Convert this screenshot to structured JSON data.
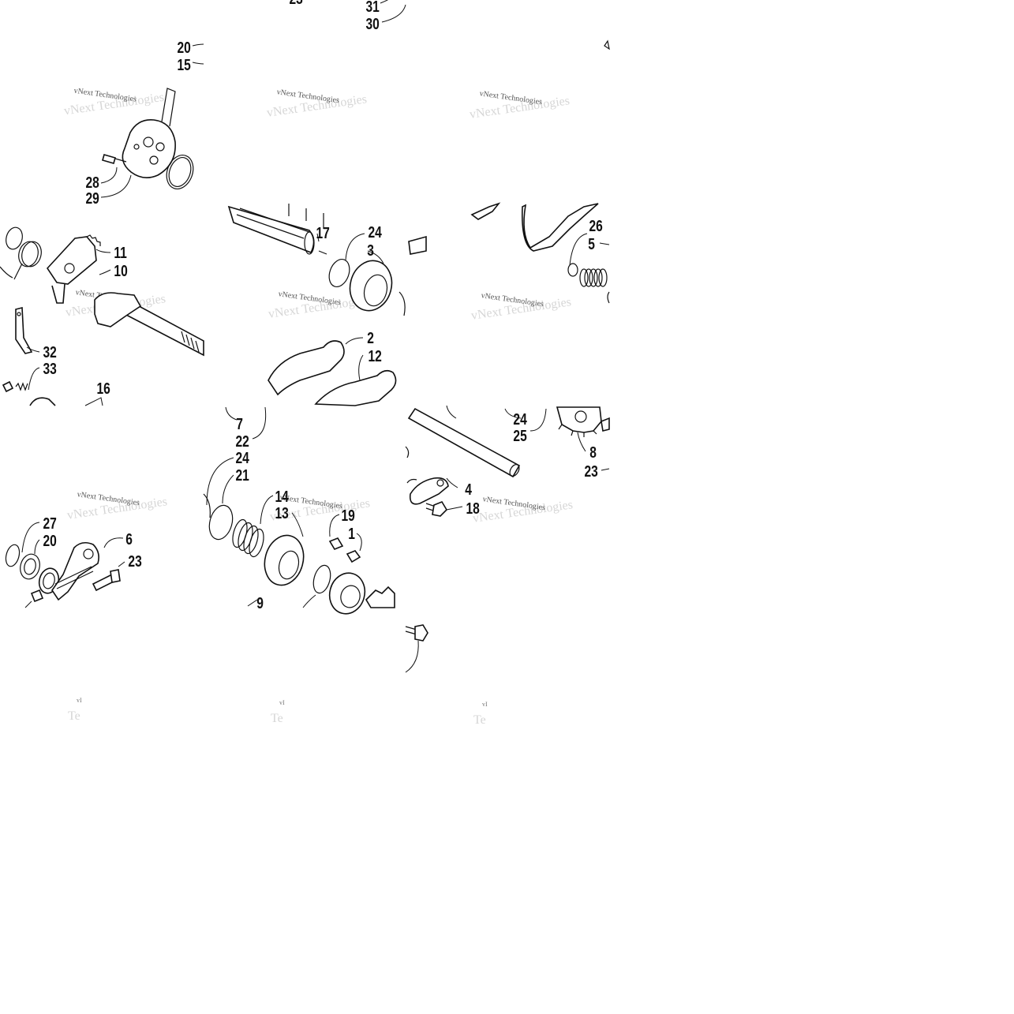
{
  "callouts": [
    {
      "id": "c20a",
      "text": "20"
    },
    {
      "id": "c15",
      "text": "15"
    },
    {
      "id": "c31a",
      "text": "31"
    },
    {
      "id": "c30",
      "text": "30"
    },
    {
      "id": "c28",
      "text": "28"
    },
    {
      "id": "c29",
      "text": "29"
    },
    {
      "id": "c17",
      "text": "17"
    },
    {
      "id": "c24a",
      "text": "24"
    },
    {
      "id": "c3",
      "text": "3"
    },
    {
      "id": "c26",
      "text": "26"
    },
    {
      "id": "c5",
      "text": "5"
    },
    {
      "id": "c11",
      "text": "11"
    },
    {
      "id": "c10",
      "text": "10"
    },
    {
      "id": "c32",
      "text": "32"
    },
    {
      "id": "c33",
      "text": "33"
    },
    {
      "id": "c16",
      "text": "16"
    },
    {
      "id": "c2",
      "text": "2"
    },
    {
      "id": "c12",
      "text": "12"
    },
    {
      "id": "c7",
      "text": "7"
    },
    {
      "id": "c22",
      "text": "22"
    },
    {
      "id": "c24b",
      "text": "24"
    },
    {
      "id": "c21",
      "text": "21"
    },
    {
      "id": "c24c",
      "text": "24"
    },
    {
      "id": "c25",
      "text": "25"
    },
    {
      "id": "c8",
      "text": "8"
    },
    {
      "id": "c23a",
      "text": "23"
    },
    {
      "id": "c4",
      "text": "4"
    },
    {
      "id": "c18",
      "text": "18"
    },
    {
      "id": "c14",
      "text": "14"
    },
    {
      "id": "c13",
      "text": "13"
    },
    {
      "id": "c19",
      "text": "19"
    },
    {
      "id": "c1",
      "text": "1"
    },
    {
      "id": "c27",
      "text": "27"
    },
    {
      "id": "c20b",
      "text": "20"
    },
    {
      "id": "c6",
      "text": "6"
    },
    {
      "id": "c23b",
      "text": "23"
    },
    {
      "id": "c9",
      "text": "9"
    }
  ],
  "watermark": {
    "text": "vNext Technologies",
    "fragment": "vI"
  },
  "colors": {
    "line": "#111111",
    "background": "#ffffff",
    "watermark": "#555555"
  }
}
